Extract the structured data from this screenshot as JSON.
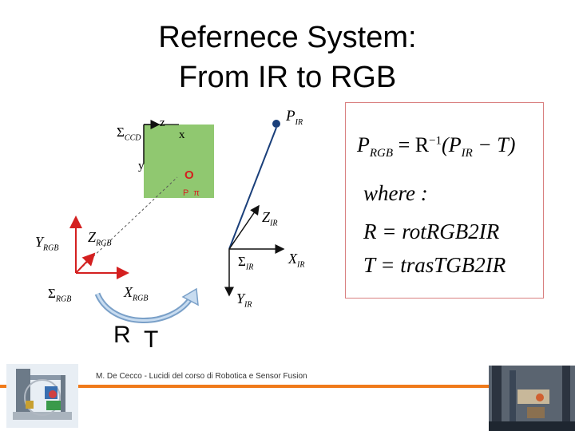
{
  "title": {
    "line1": "Refernece System:",
    "line2": "From IR to RGB"
  },
  "diagram": {
    "ccd_frame": {
      "sigma": "Σ",
      "sub": "CCD",
      "z": "z",
      "x": "x",
      "y": "y"
    },
    "point_o": "O",
    "point_p_pi": "P  π",
    "p_ir": {
      "main": "P",
      "sub": "IR"
    },
    "z_ir": {
      "main": "Z",
      "sub": "IR"
    },
    "x_ir": {
      "main": "X",
      "sub": "IR"
    },
    "y_ir": {
      "main": "Y",
      "sub": "IR"
    },
    "sigma_ir": {
      "main": "Σ",
      "sub": "IR"
    },
    "y_rgb": {
      "main": "Y",
      "sub": "RGB"
    },
    "z_rgb": {
      "main": "Z",
      "sub": "RGB"
    },
    "x_rgb": {
      "main": "X",
      "sub": "RGB"
    },
    "sigma_rgb": {
      "main": "Σ",
      "sub": "RGB"
    },
    "r_label": "R",
    "t_label": "T"
  },
  "equations": {
    "eq1": {
      "lhs": "P",
      "lhs_sub": "RGB",
      "rhs_prefix": "= R",
      "sup": "−1",
      "paren_open": "(P",
      "ir_sub": "IR",
      "rest": " − T)"
    },
    "eq2": "where :",
    "eq3": "R = rotRGB2IR",
    "eq4": "T = trasTGB2IR"
  },
  "footer": {
    "text": "M. De Cecco - Lucidi del corso di Robotica e Sensor Fusion"
  },
  "colors": {
    "ccd_fill": "#90c870",
    "axis_red": "#d42020",
    "arrow_blue": "#7aa0c8",
    "box_border": "#d98080",
    "footer_line": "#f07a1a",
    "point_o": "#d42020"
  }
}
